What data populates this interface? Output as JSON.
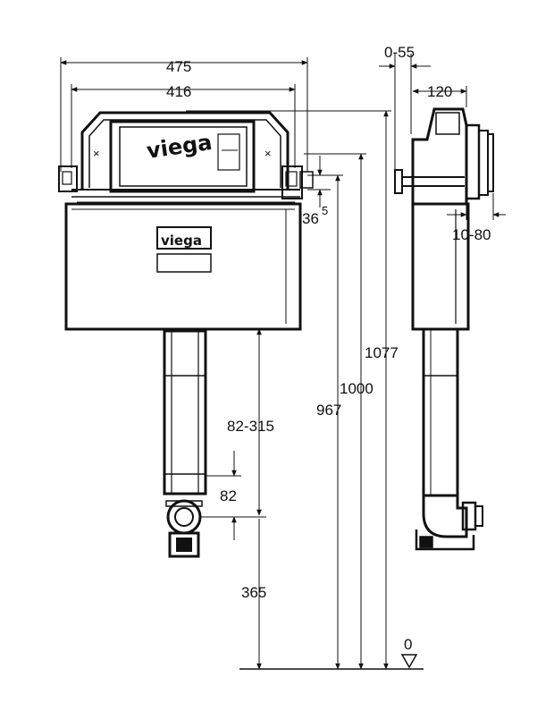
{
  "brand": {
    "logo_text": "viega"
  },
  "dimensions": {
    "overall_width": "475",
    "frame_width": "416",
    "side_offset": "0-55",
    "side_depth": "120",
    "adjust_range": "10-80",
    "bracket_a": "36",
    "bracket_b": "5",
    "height_total": "1077",
    "height_1000": "1000",
    "height_967": "967",
    "pipe_range": "82-315",
    "pipe_outlet": "82",
    "outlet_height": "365",
    "floor_level": "0"
  },
  "colors": {
    "line": "#111111",
    "panel": "#ffffff",
    "fill_dark": "#222222"
  }
}
